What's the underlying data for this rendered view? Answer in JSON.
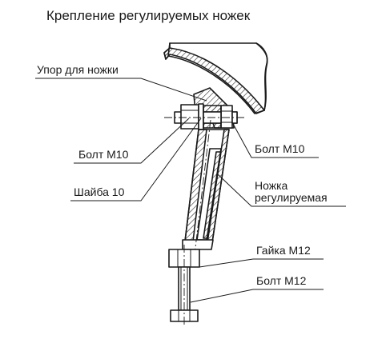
{
  "title": "Крепление регулируемых ножек",
  "labels": {
    "upor": "Упор для ножки",
    "bolt_m10_left": "Болт М10",
    "shaiba": "Шайба 10",
    "bolt_m10_right": "Болт М10",
    "nozhka_line1": "Ножка",
    "nozhka_line2": "регулируемая",
    "gaika": "Гайка М12",
    "bolt_m12": "Болт М12"
  }
}
